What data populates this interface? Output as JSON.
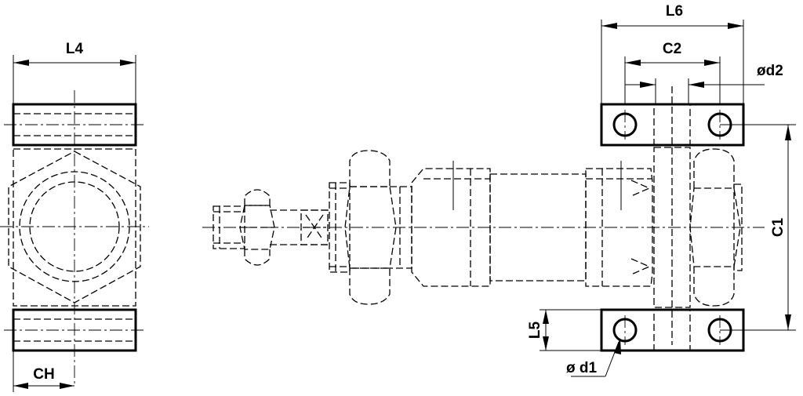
{
  "labels": {
    "l4": "L4",
    "ch": "CH",
    "l6": "L6",
    "c2": "C2",
    "d2": "ød2",
    "c1": "C1",
    "l5": "L5",
    "d1": "ø d1"
  },
  "colors": {
    "line": "#000000",
    "background": "#ffffff"
  }
}
